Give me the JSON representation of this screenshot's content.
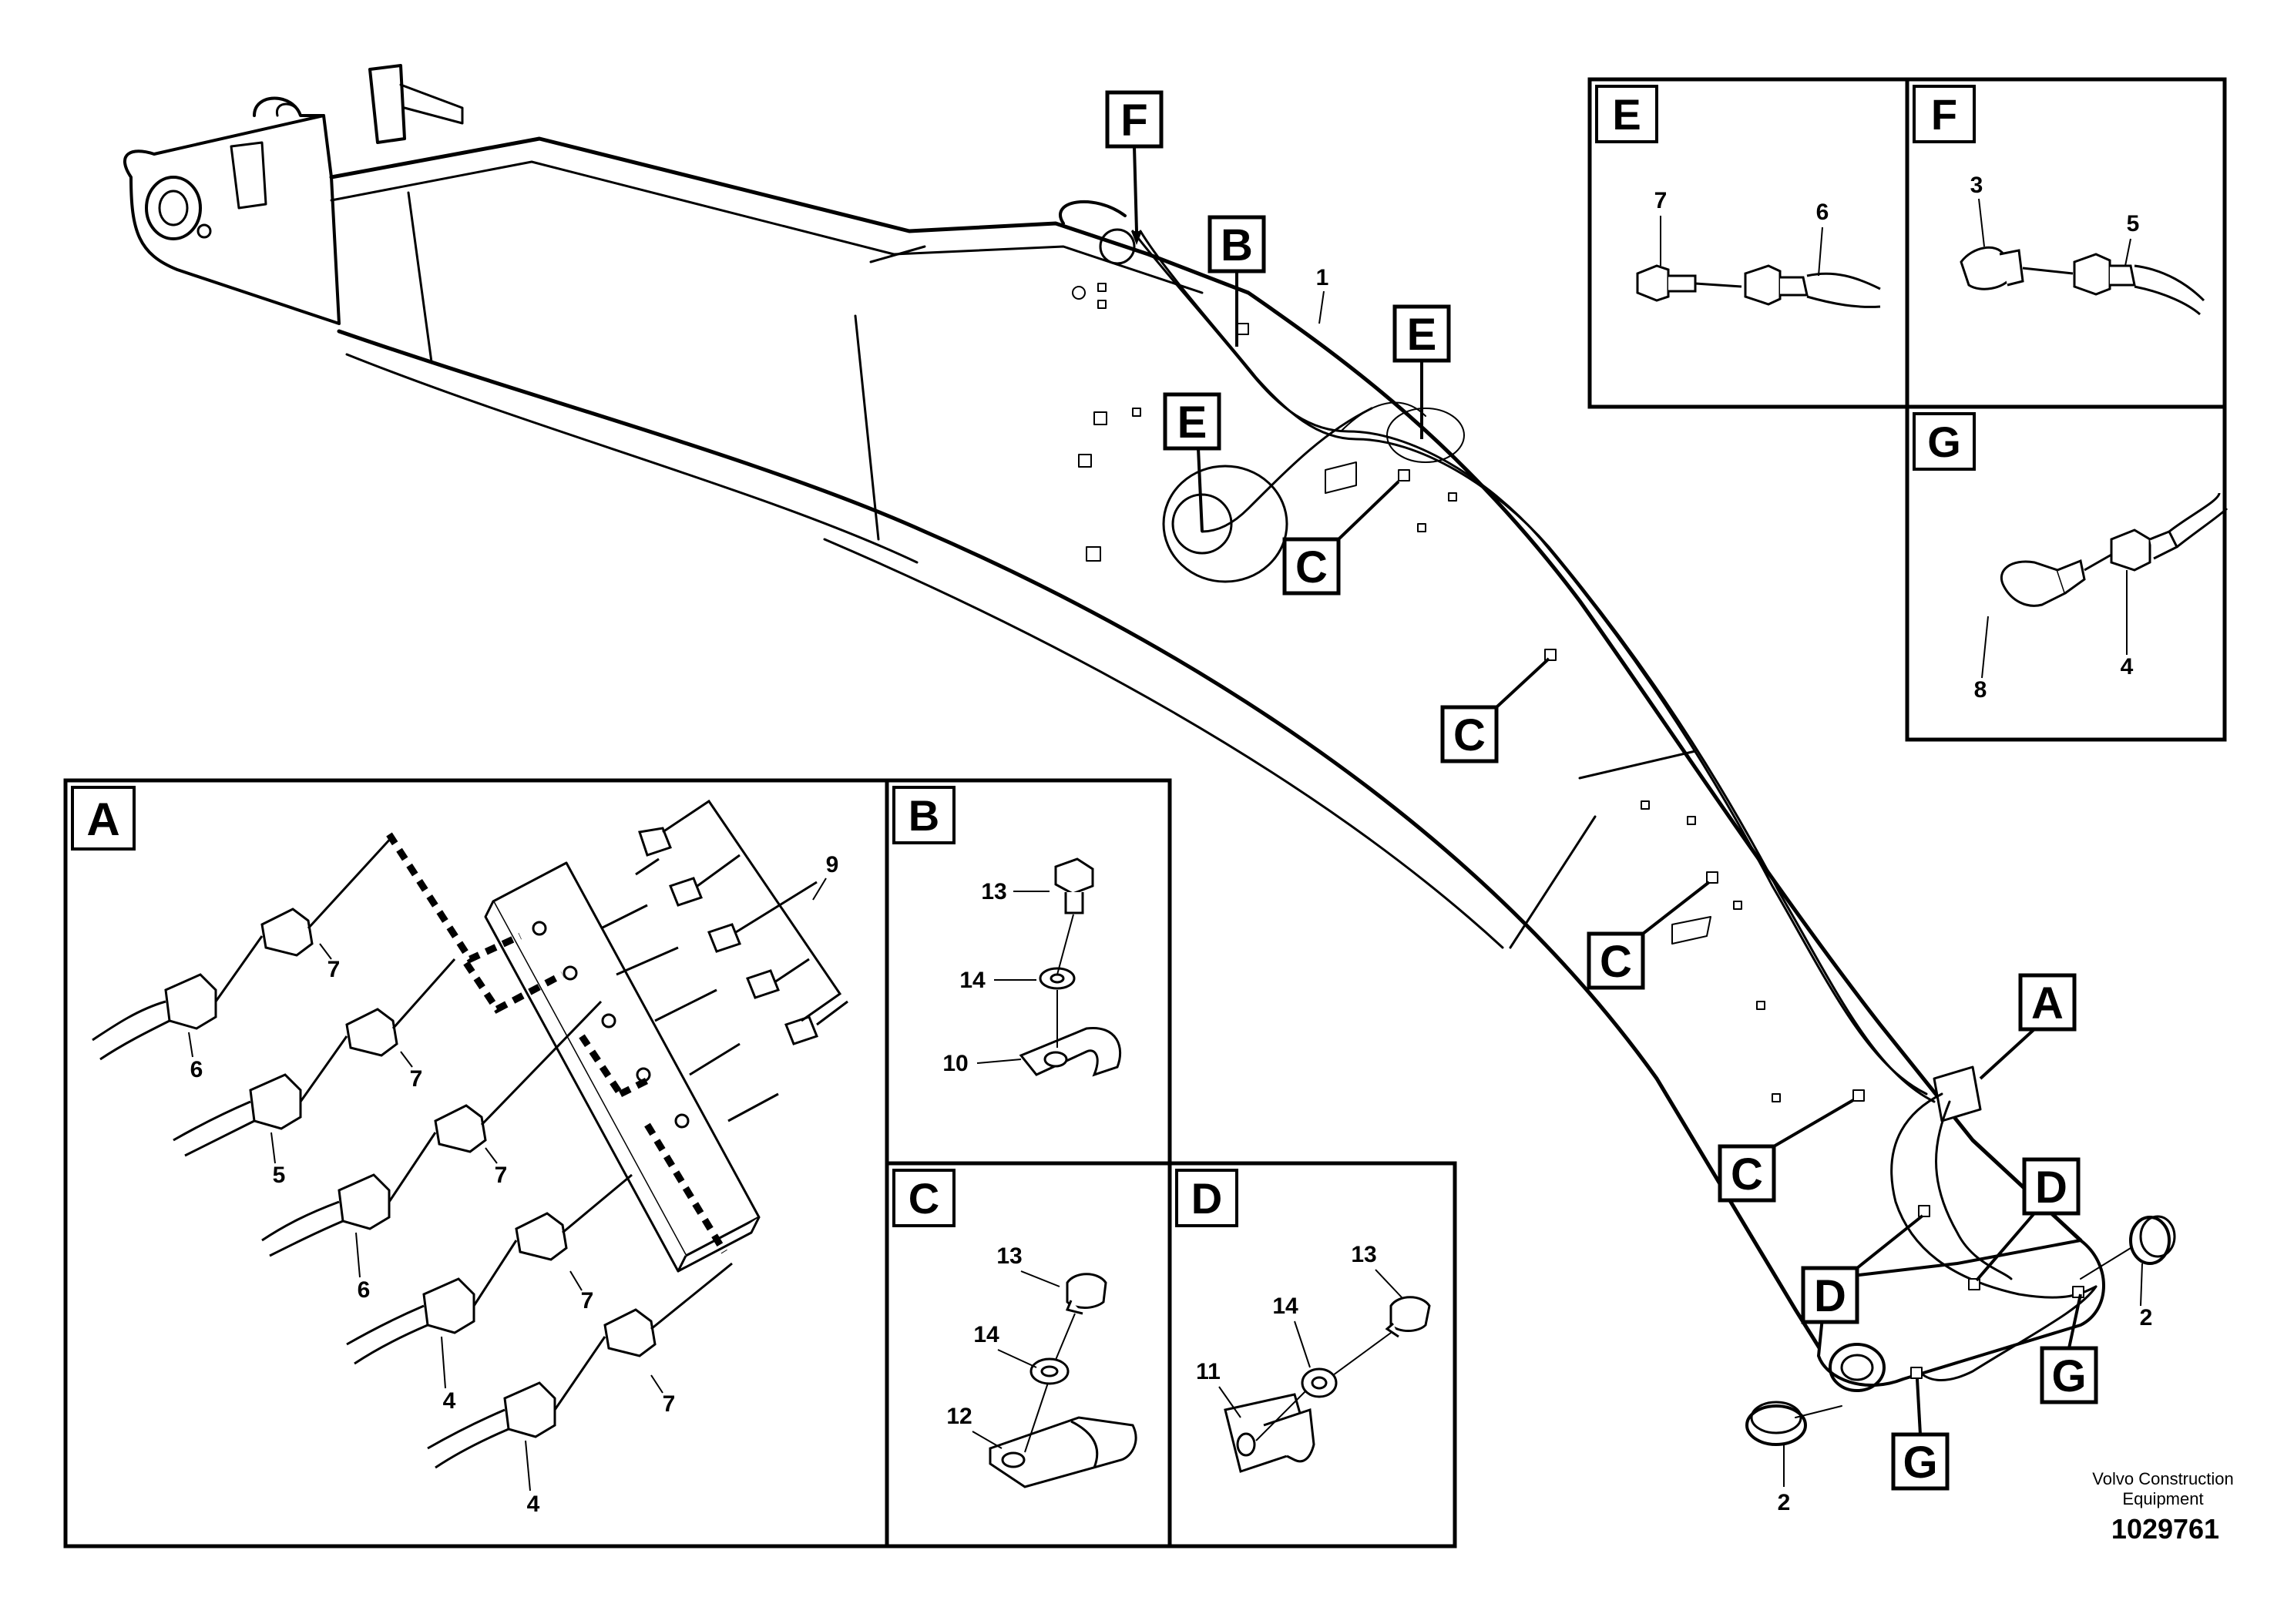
{
  "diagram": {
    "credit_line1": "Volvo Construction",
    "credit_line2": "Equipment",
    "part_number": "1029761"
  },
  "panels": {
    "A": "A",
    "B": "B",
    "C": "C",
    "D": "D",
    "E": "E",
    "F": "F",
    "G": "G"
  },
  "callouts": [
    "F",
    "B",
    "E",
    "E",
    "C",
    "C",
    "C",
    "A",
    "C",
    "D",
    "D",
    "G",
    "G"
  ],
  "labels": {
    "main_boom_hose": "1",
    "bushing_left": "2",
    "bushing_right": "2",
    "e_elbow": "7",
    "e_hose": "6",
    "f_elbow": "3",
    "f_hose": "5",
    "g_elbow": "8",
    "g_hose": "4",
    "a_block": "9",
    "a_nipples": [
      "7",
      "7",
      "7",
      "7",
      "7"
    ],
    "a_hoses": [
      "6",
      "5",
      "6",
      "4",
      "4"
    ],
    "b_screw": "13",
    "b_washer": "14",
    "b_clamp": "10",
    "c_screw": "13",
    "c_washer": "14",
    "c_clamp": "12",
    "d_screw": "13",
    "d_washer": "14",
    "d_clamp": "11"
  }
}
